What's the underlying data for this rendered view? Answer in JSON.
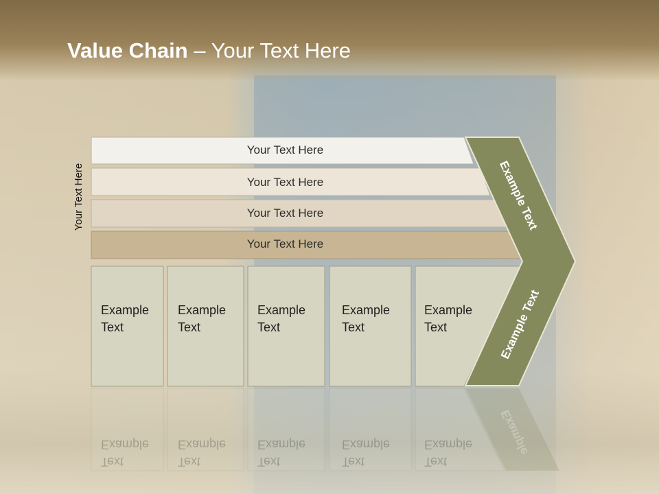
{
  "title": {
    "bold": "Value Chain",
    "rest": " – Your Text Here"
  },
  "side_label": "Your Text Here",
  "bands": [
    {
      "label": "Your Text Here",
      "color": "#f3f1ec"
    },
    {
      "label": "Your Text Here",
      "color": "#ede5d8"
    },
    {
      "label": "Your Text Here",
      "color": "#e1d6c3"
    },
    {
      "label": "Your Text Here",
      "color": "#c8b593"
    }
  ],
  "cards": [
    {
      "line1": "Example",
      "line2": "Text"
    },
    {
      "line1": "Example",
      "line2": "Text"
    },
    {
      "line1": "Example",
      "line2": "Text"
    },
    {
      "line1": "Example",
      "line2": "Text"
    },
    {
      "line1": "Example",
      "line2": "Text"
    }
  ],
  "arrow": {
    "upper_label": "Example Text",
    "lower_label": "Example Text",
    "color": "#858a5d"
  },
  "reflection": {
    "line1": "Example",
    "line2": "Text",
    "arrow_label": "Example"
  },
  "colors": {
    "card_fill": "#d5d5c2",
    "card_border": "#a39f88"
  }
}
